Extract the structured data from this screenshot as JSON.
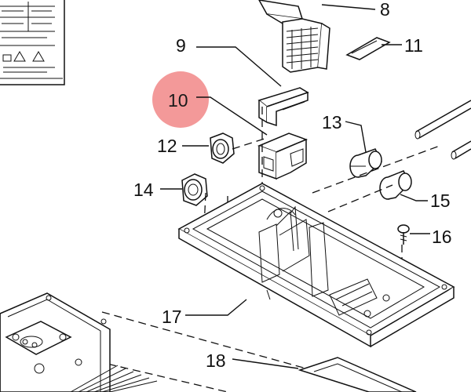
{
  "diagram": {
    "highlight_color": "#f08080",
    "highlighted_callout": "10",
    "callouts": [
      "8",
      "9",
      "10",
      "11",
      "12",
      "13",
      "14",
      "15",
      "16",
      "17",
      "18"
    ]
  }
}
